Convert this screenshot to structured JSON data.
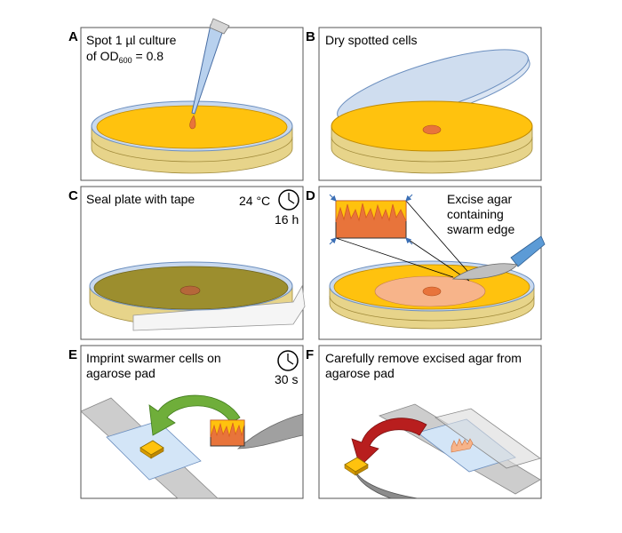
{
  "panels": {
    "A": {
      "label": "A",
      "cap1": "Spot 1 µl culture",
      "cap2a": "of OD",
      "cap2sub": "600",
      "cap2b": " = 0.8"
    },
    "B": {
      "label": "B",
      "cap1": "Dry spotted cells"
    },
    "C": {
      "label": "C",
      "cap1": "Seal plate with tape",
      "temp": "24 °C",
      "time": "16 h"
    },
    "D": {
      "label": "D",
      "cap1": "Excise agar",
      "cap2": "containing",
      "cap3": "swarm edge"
    },
    "E": {
      "label": "E",
      "cap1": "Imprint swarmer cells on",
      "cap2": "agarose pad",
      "time": "30 s"
    },
    "F": {
      "label": "F",
      "cap1": "Carefully remove excised agar from",
      "cap2": "agarose pad"
    }
  },
  "icons": [
    "clock-icon",
    "pipette-icon",
    "spatula-icon",
    "arrow-icon"
  ],
  "colors": {
    "agar": "#FFC20E",
    "plate_side": "#E7D48A",
    "lid": "#C9D9EE",
    "drop": "#E8743B",
    "swarm": "#F7B48A",
    "sealed": "#9C8E2E",
    "slide": "#CDCDCD",
    "pad": "#D3E5F7",
    "green_arrow": "#6FAE3A",
    "red_arrow": "#B81E1E"
  }
}
